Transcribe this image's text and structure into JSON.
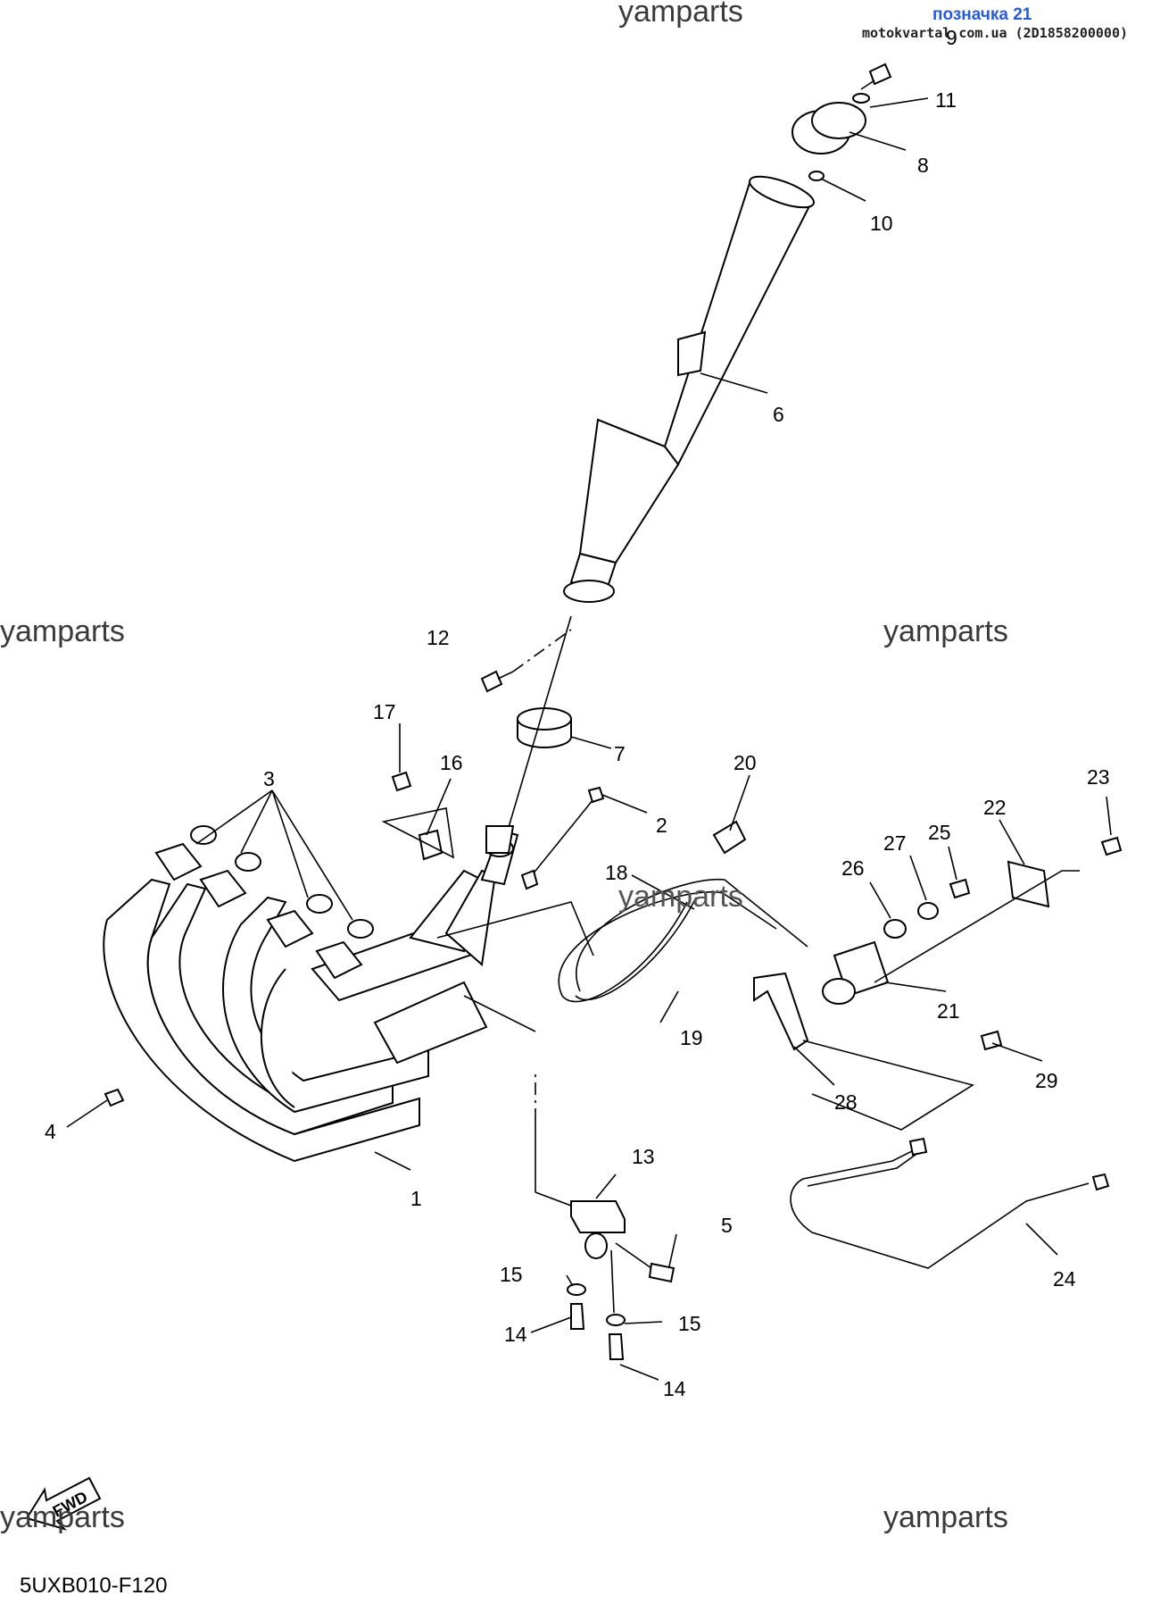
{
  "watermarks": [
    "yamparts",
    "yamparts",
    "yamparts",
    "yamparts",
    "yamparts",
    "yamparts"
  ],
  "tag": "позначка 21",
  "source": "motokvartal.com.ua (2D1858200000)",
  "diagram_code": "5UXB010-F120",
  "fwd_label": "FWD",
  "parts": [
    "1",
    "2",
    "3",
    "4",
    "5",
    "6",
    "7",
    "8",
    "9",
    "10",
    "11",
    "12",
    "13",
    "14",
    "14",
    "15",
    "15",
    "16",
    "17",
    "18",
    "19",
    "20",
    "21",
    "22",
    "23",
    "24",
    "25",
    "26",
    "27",
    "28",
    "29"
  ]
}
